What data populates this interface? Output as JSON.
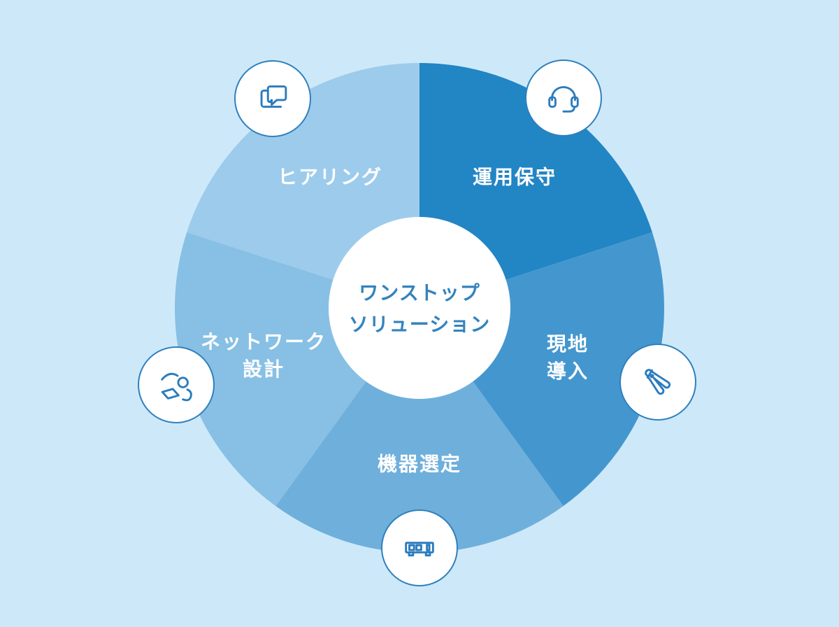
{
  "diagram_title": "ワンストップソリューション",
  "colors": {
    "background": "#CDE9F9",
    "center_circle_fill": "#FFFFFF",
    "center_text": "#3383BE",
    "label_text": "#FFFFFF",
    "icon_stroke": "#2B7CBD",
    "icon_circle_border": "#2F80BE"
  },
  "center": {
    "lines": [
      "ワンストップ",
      "ソリューション"
    ]
  },
  "segments": [
    {
      "label": "運用保守",
      "color": "#2285C4",
      "icon": "headset-icon"
    },
    {
      "label": "現地導入",
      "lines": [
        "現地",
        "導入"
      ],
      "color": "#4497CE",
      "icon": "pliers-icon"
    },
    {
      "label": "機器選定",
      "color": "#6FAFDB",
      "icon": "network-device-icon"
    },
    {
      "label": "ネットワーク設計",
      "lines": [
        "ネットワーク",
        "設計"
      ],
      "color": "#87C0E4",
      "icon": "person-laptop-icon"
    },
    {
      "label": "ヒアリング",
      "color": "#9DCBEC",
      "icon": "speech-bubbles-icon"
    }
  ]
}
